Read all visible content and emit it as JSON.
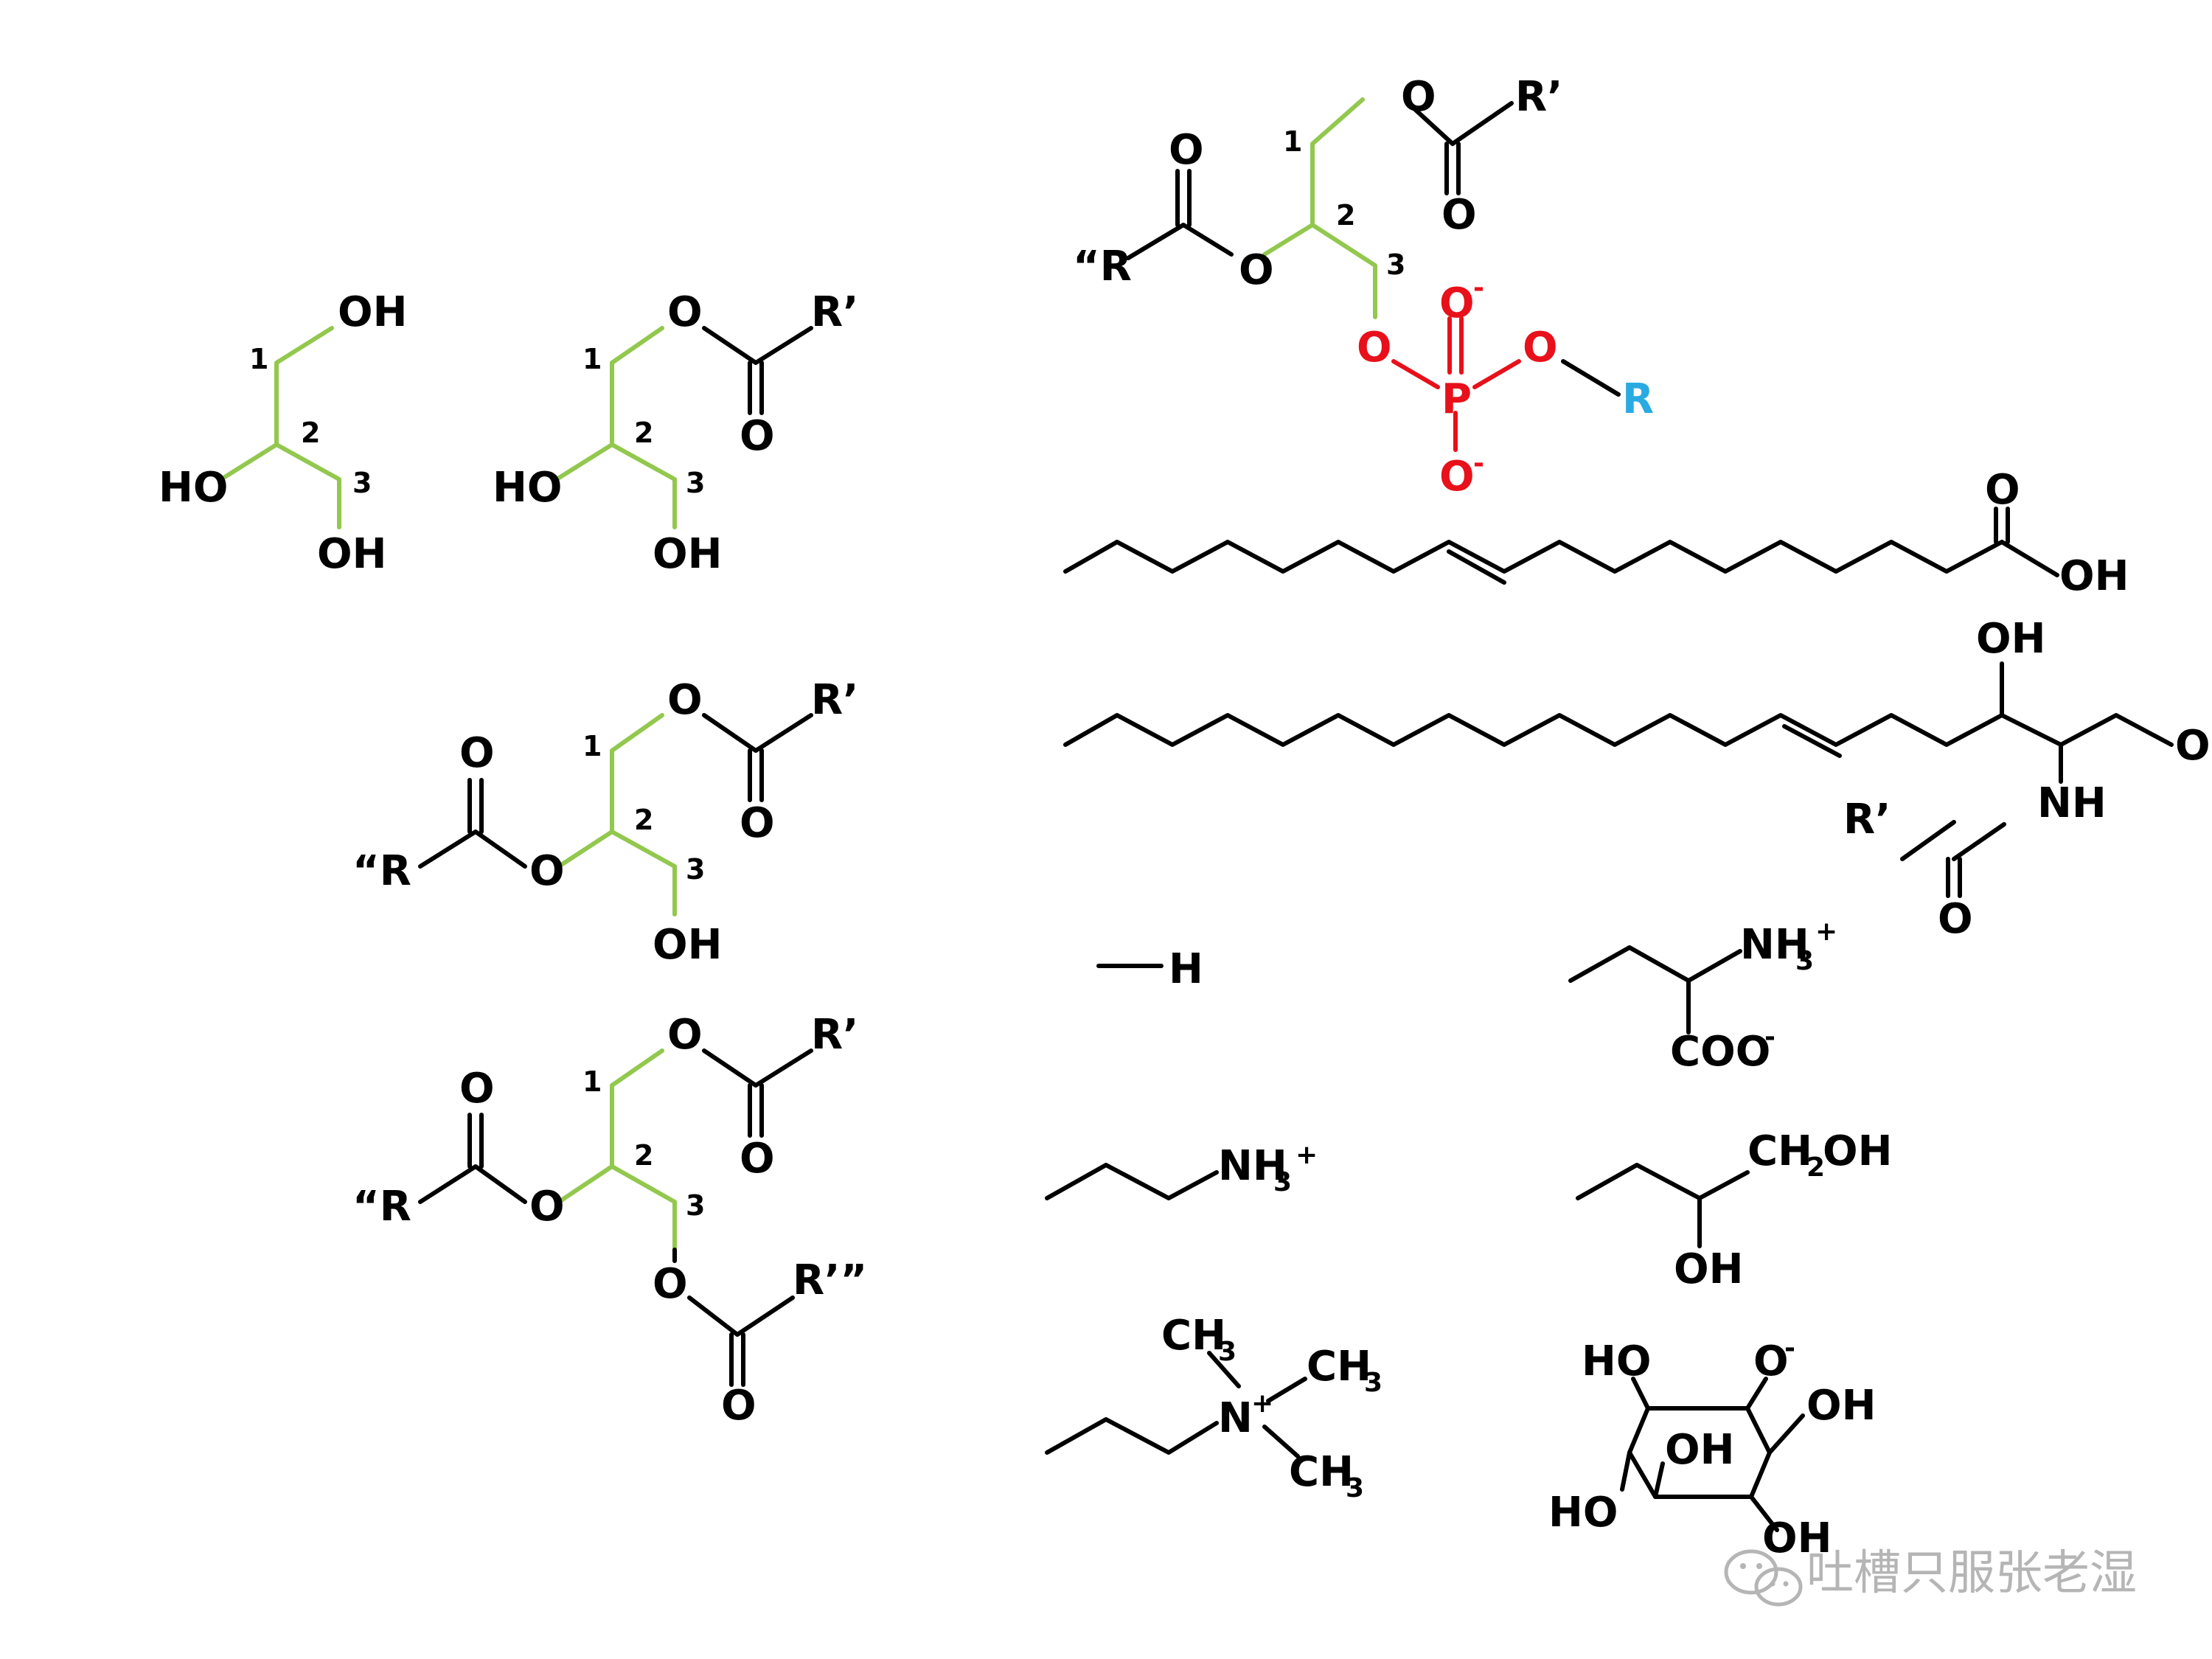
{
  "labels": {
    "OH": "OH",
    "HO": "HO",
    "O": "O",
    "H": "H",
    "NH": "NH",
    "R": "R",
    "P": "P",
    "Rp": "R’",
    "Rpp": "“R",
    "Rppp": "R’”",
    "CH": "CH",
    "NH3": "NH",
    "COO": "COO",
    "CH2OH_a": "CH",
    "CH2OH_b": "OH",
    "N": "N",
    "n1": "1",
    "n2": "2",
    "n3": "3",
    "sub2": "2",
    "sub3": "3",
    "plus": "+",
    "minus": "-"
  },
  "colors": {
    "glycerol_backbone": "#92c84e",
    "phosphate": "#e8101a",
    "head_group_R": "#29abe2",
    "bond": "#000000"
  },
  "watermark": {
    "text": "吐槽只服张老湿",
    "icon": "wechat-icon"
  }
}
